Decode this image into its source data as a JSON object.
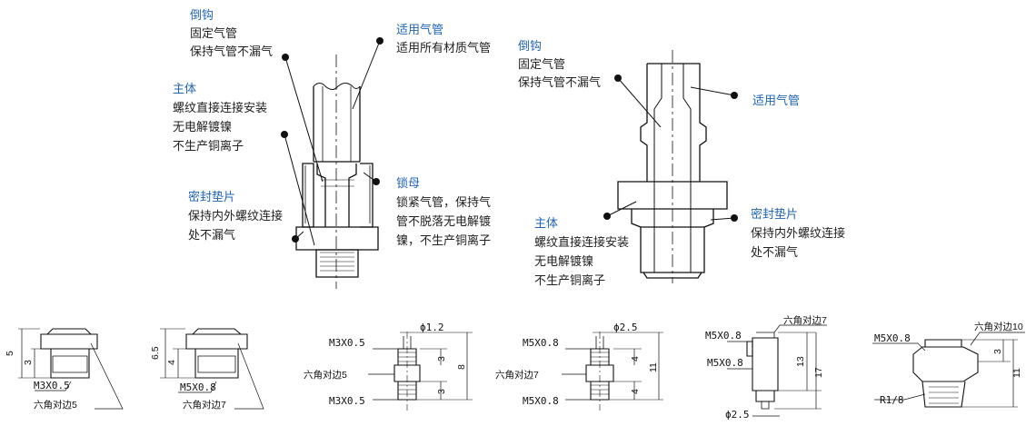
{
  "callouts_left": {
    "barb": {
      "title": "倒钩",
      "lines": [
        "固定气管",
        "保持气管不漏气"
      ]
    },
    "tube": {
      "title": "适用气管",
      "lines": [
        "适用所有材质气管"
      ]
    },
    "body": {
      "title": "主体",
      "lines": [
        "螺纹直接连接安装",
        "无电解镀镍",
        "不生产铜离子"
      ]
    },
    "nut": {
      "title": "锁母",
      "lines": [
        "锁紧气管，保持气",
        "管不脱落无电解镀",
        "镍，不生产铜离子"
      ]
    },
    "gasket": {
      "title": "密封垫片",
      "lines": [
        "保持内外螺纹连接",
        "处不漏气"
      ]
    }
  },
  "callouts_right": {
    "barb": {
      "title": "倒钩",
      "lines": [
        "固定气管",
        "保持气管不漏气"
      ]
    },
    "tube": {
      "title": "适用气管"
    },
    "body": {
      "title": "主体",
      "lines": [
        "螺纹直接连接安装",
        "无电解镀镍",
        "不生产铜离子"
      ]
    },
    "gasket": {
      "title": "密封垫片",
      "lines": [
        "保持内外螺纹连接",
        "处不漏气"
      ]
    }
  },
  "drawings": [
    {
      "id": "plug-m3",
      "thread": "M3X0.5",
      "hex": "六角对边5",
      "dims": [
        "5",
        "3"
      ]
    },
    {
      "id": "plug-m5",
      "thread": "M5X0.8",
      "hex": "六角对边7",
      "dims": [
        "6.5",
        "4"
      ]
    },
    {
      "id": "union-m3",
      "thread_top": "M3X0.5",
      "hex": "六角对边5",
      "thread_bottom": "M3X0.5",
      "bore": "ϕ1.2",
      "dims": [
        "3",
        "3",
        "8"
      ]
    },
    {
      "id": "union-m5",
      "thread_top": "M5X0.8",
      "hex": "六角对边7",
      "thread_bottom": "M5X0.8",
      "bore": "ϕ2.5",
      "dims": [
        "4",
        "4",
        "11"
      ]
    },
    {
      "id": "elbow-m5",
      "thread_top": "M5X0.8",
      "thread_side": "M5X0.8",
      "hex": "六角对边7",
      "bore": "ϕ2.5",
      "dims": [
        "13",
        "17"
      ]
    },
    {
      "id": "plug-r18",
      "thread_top": "M5X0.8",
      "hex": "六角对边10",
      "thread_bottom": "R1/8",
      "dims": [
        "3",
        "11"
      ]
    }
  ]
}
